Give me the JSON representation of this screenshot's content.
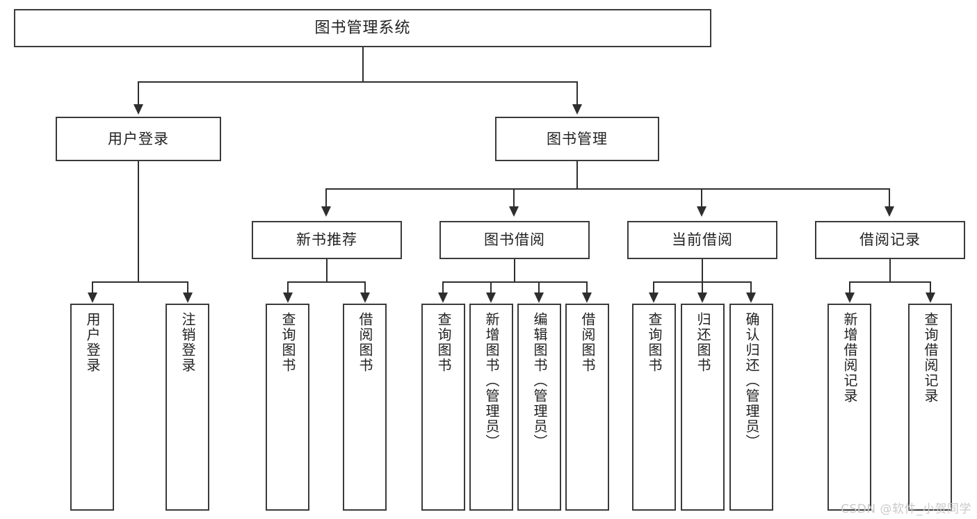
{
  "diagram": {
    "type": "tree",
    "title": "图书管理系统",
    "watermark": "CSDN @软件_小贺同学",
    "colors": {
      "box_border": "#3a3a3a",
      "edge": "#2e2e2e",
      "text": "#222222",
      "background": "#ffffff",
      "watermark": "#c9c9c9"
    },
    "levels": {
      "root": {
        "label": "图书管理系统"
      },
      "level2": [
        {
          "label": "用户登录"
        },
        {
          "label": "图书管理"
        }
      ],
      "level3": [
        {
          "label": "新书推荐"
        },
        {
          "label": "图书借阅"
        },
        {
          "label": "当前借阅"
        },
        {
          "label": "借阅记录"
        }
      ],
      "leaves": {
        "user_login": [
          {
            "label": "用户登录"
          },
          {
            "label": "注销登录"
          }
        ],
        "new_book_recommend": [
          {
            "label": "查询图书"
          },
          {
            "label": "借阅图书"
          }
        ],
        "book_borrow": [
          {
            "label": "查询图书"
          },
          {
            "label": "新增图书（管理员）"
          },
          {
            "label": "编辑图书（管理员）"
          },
          {
            "label": "借阅图书"
          }
        ],
        "current_borrow": [
          {
            "label": "查询图书"
          },
          {
            "label": "归还图书"
          },
          {
            "label": "确认归还（管理员）"
          }
        ],
        "borrow_record": [
          {
            "label": "新增借阅记录"
          },
          {
            "label": "查询借阅记录"
          }
        ]
      }
    }
  }
}
